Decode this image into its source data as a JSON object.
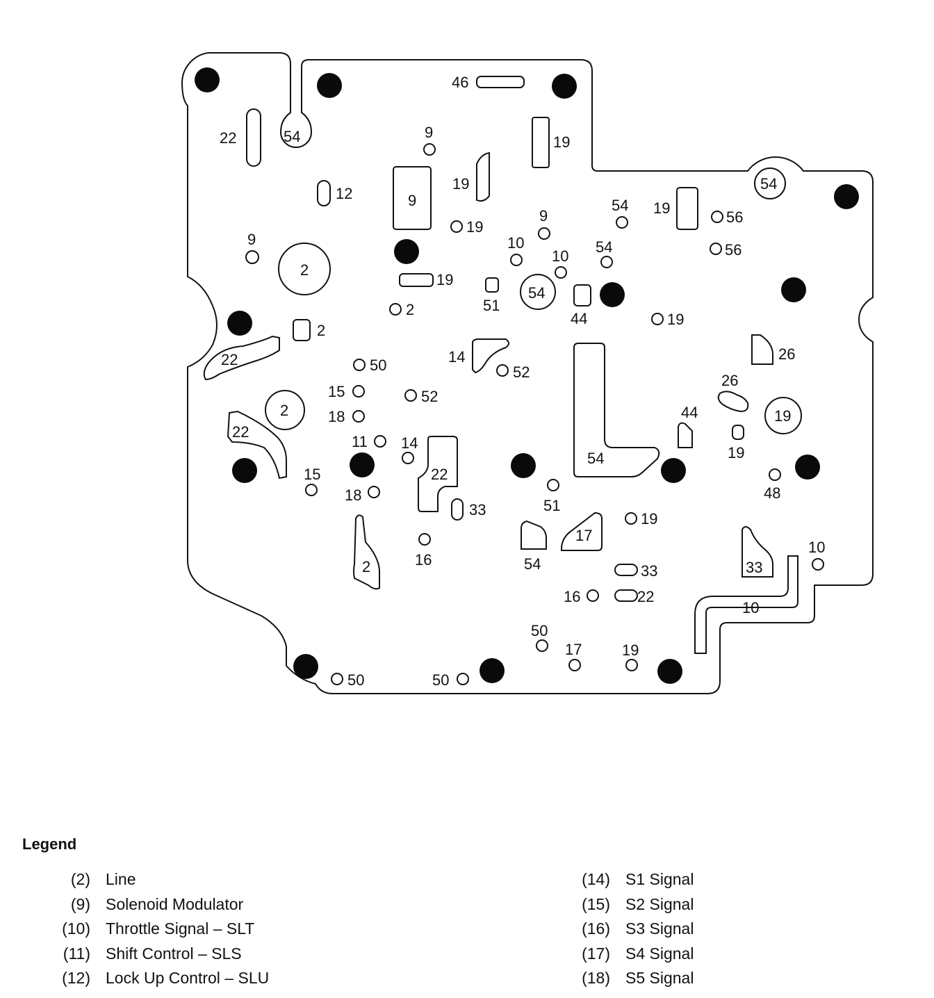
{
  "diagram": {
    "labels": {
      "l46": "46",
      "l22_tl": "22",
      "l54_tl": "54",
      "l9_t": "9",
      "l19_t": "19",
      "l19_c1": "19",
      "l12": "12",
      "l9_box": "9",
      "l19_c2": "19",
      "l54_tr": "54",
      "l19_r": "19",
      "l54_r1": "54",
      "l56_a": "56",
      "l56_b": "56",
      "l9_l": "9",
      "l2_big": "2",
      "l9_c": "9",
      "l10_a": "10",
      "l10_b": "10",
      "l54_c": "54",
      "l19_slot": "19",
      "l51": "51",
      "l54_ring": "54",
      "l44": "44",
      "l2_a": "2",
      "l19_e": "19",
      "l2_b": "2",
      "l22_l": "22",
      "l14_a": "14",
      "l52_a": "52",
      "l26_a": "26",
      "l50_a": "50",
      "l26_b": "26",
      "l15_a": "15",
      "l52_b": "52",
      "l2_ring": "2",
      "l18_a": "18",
      "l19_ring": "19",
      "l44_b": "44",
      "l22_m": "22",
      "l11": "11",
      "l14_b": "14",
      "l19_f": "19",
      "l22_c": "22",
      "l54_L": "54",
      "l15_b": "15",
      "l48": "48",
      "l18_b": "18",
      "l33_a": "33",
      "l51_b": "51",
      "l19_g": "19",
      "l17_box": "17",
      "l16_a": "16",
      "l54_d": "54",
      "l2_c": "2",
      "l10_c": "10",
      "l33_b": "33",
      "l33_c": "33",
      "l16_b": "16",
      "l22_d": "22",
      "l10_d": "10",
      "l50_b": "50",
      "l17_b": "17",
      "l19_h": "19",
      "l50_c": "50",
      "l50_d": "50"
    }
  },
  "legend": {
    "title": "Legend",
    "left": [
      {
        "num": "(2)",
        "desc": "Line"
      },
      {
        "num": "(9)",
        "desc": "Solenoid Modulator"
      },
      {
        "num": "(10)",
        "desc": "Throttle Signal – SLT"
      },
      {
        "num": "(11)",
        "desc": "Shift Control – SLS"
      },
      {
        "num": "(12)",
        "desc": "Lock Up Control – SLU"
      }
    ],
    "right": [
      {
        "num": "(14)",
        "desc": "S1 Signal"
      },
      {
        "num": "(15)",
        "desc": "S2 Signal"
      },
      {
        "num": "(16)",
        "desc": "S3 Signal"
      },
      {
        "num": "(17)",
        "desc": "S4 Signal"
      },
      {
        "num": "(18)",
        "desc": "S5 Signal"
      }
    ]
  }
}
